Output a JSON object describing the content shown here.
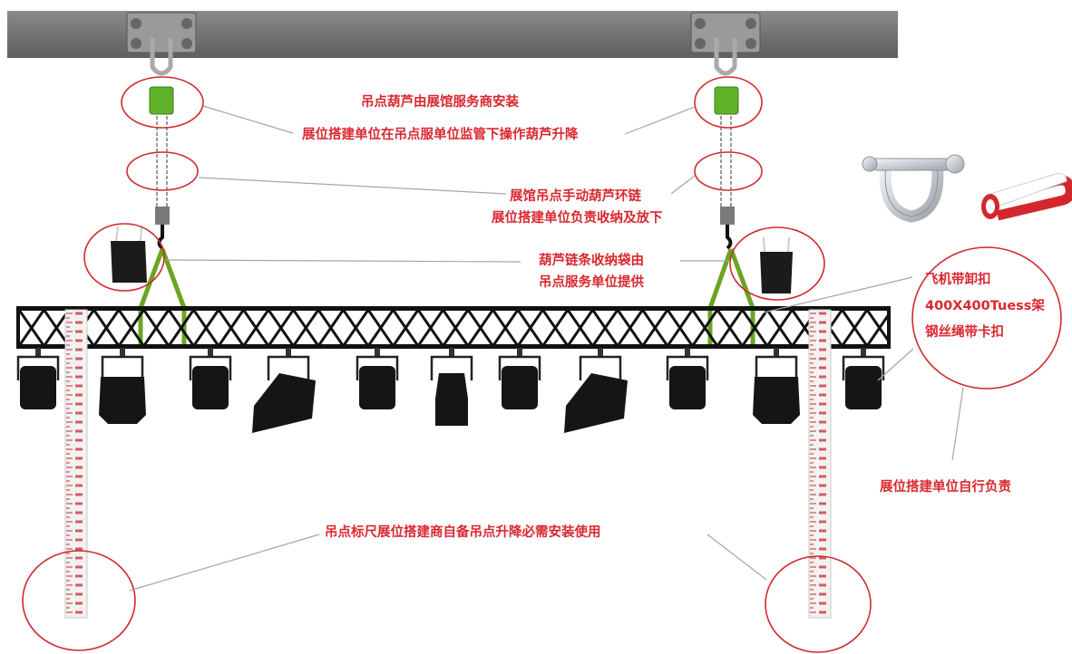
{
  "colors": {
    "annotation": "#d9282f",
    "beam": "#6f6f6f",
    "hoist_body": "#5fb129",
    "sling": "#6aa522",
    "truss": "#111111",
    "fixture": "#151515",
    "ruler_mark": "#cc2a2a"
  },
  "icons": [
    "beam-clamp-icon",
    "chain-hoist-icon",
    "chain-bag-icon",
    "truss-icon",
    "stage-light-icon",
    "shackle-icon",
    "round-sling-icon",
    "height-ruler-icon"
  ],
  "annotations": {
    "hoist_install": "吊点葫芦由展馆服务商安装",
    "hoist_operate": "展位搭建单位在吊点服单位监管下操作葫芦升降",
    "chain_loop": "展馆吊点手动葫芦环链",
    "chain_storage": "展位搭建单位负责收纳及放下",
    "chain_bag_1": "葫芦链条收纳袋由",
    "chain_bag_2": "吊点服务单位提供",
    "sling_shackle": "飞机带卸扣",
    "truss": "400X400Tuess架",
    "wire_clip": "钢丝绳带卡扣",
    "self_responsible": "展位搭建单位自行负责",
    "ruler": "吊点标尺展位搭建商自备吊点升降必需安装使用"
  }
}
